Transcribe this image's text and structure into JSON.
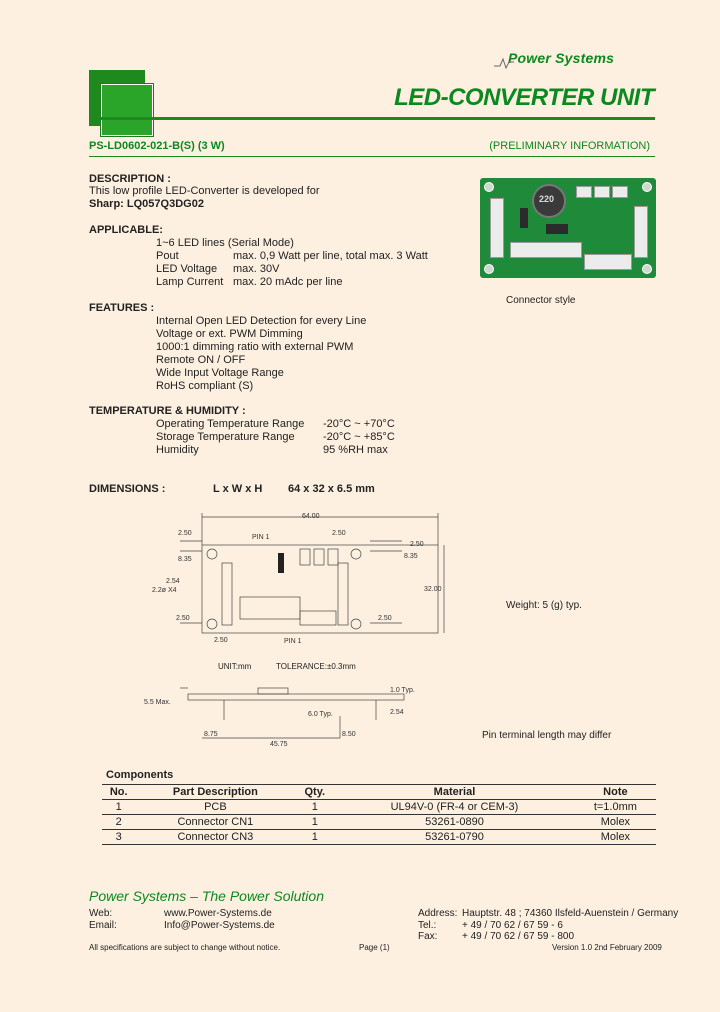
{
  "header": {
    "brand": "Power Systems",
    "title": "LED-CONVERTER UNIT",
    "part_number": "PS-LD0602-021-B(S) (3 W)",
    "preliminary": "(PRELIMINARY INFORMATION)"
  },
  "description": {
    "heading": "DESCRIPTION :",
    "line1": "This low profile LED-Converter is developed for",
    "line2": "Sharp: LQ057Q3DG02"
  },
  "applicable": {
    "heading": "APPLICABLE:",
    "first": "1~6 LED lines (Serial Mode)",
    "rows": [
      {
        "label": "Pout",
        "value": "max. 0,9 Watt per line, total max. 3 Watt"
      },
      {
        "label": "LED Voltage",
        "value": "max. 30V"
      },
      {
        "label": "Lamp Current",
        "value": "max. 20 mAdc per line"
      }
    ]
  },
  "image_caption": "Connector style",
  "features": {
    "heading": "FEATURES :",
    "items": [
      "Internal Open LED Detection for every Line",
      "Voltage or ext. PWM Dimming",
      "1000:1 dimming ratio with external PWM",
      "Remote ON / OFF",
      "Wide Input Voltage Range",
      "RoHS compliant (S)"
    ]
  },
  "temperature": {
    "heading": "TEMPERATURE & HUMIDITY :",
    "rows": [
      {
        "label": "Operating Temperature Range",
        "value": "-20°C ~ +70°C"
      },
      {
        "label": "Storage Temperature Range",
        "value": "-20°C ~ +85°C"
      },
      {
        "label": "Humidity",
        "value": "95 %RH max"
      }
    ]
  },
  "dimensions": {
    "heading": "DIMENSIONS :",
    "lwh": "L x W x H",
    "value": "64 x 32 x 6.5 mm"
  },
  "drawing": {
    "overall_length": "64.00",
    "width": "32.00",
    "d250a": "2.50",
    "d250b": "2.50",
    "d250c": "2.50",
    "d250d": "2.50",
    "d250e": "2.50",
    "d250f": "2.50",
    "d835a": "8.35",
    "d835b": "8.35",
    "d254": "2.54",
    "hole": "2.2ø X4",
    "pin1_top": "PIN 1",
    "pin1_bottom": "PIN 1",
    "unit": "UNIT:mm",
    "tolerance": "TOLERANCE:±0.3mm",
    "d55": "5.5 Max.",
    "d10": "1.0 Typ.",
    "d60": "6.0 Typ.",
    "d254b": "2.54",
    "d875": "8.75",
    "d4575": "45.75",
    "d850": "8.50"
  },
  "weight": "Weight: 5 (g) typ.",
  "pin_note": "Pin terminal length may differ",
  "components": {
    "heading": "Components",
    "columns": [
      "No.",
      "Part Description",
      "Qty.",
      "Material",
      "Note"
    ],
    "rows": [
      [
        "1",
        "PCB",
        "1",
        "UL94V-0 (FR-4 or CEM-3)",
        "t=1.0mm"
      ],
      [
        "2",
        "Connector CN1",
        "1",
        "53261-0890",
        "Molex"
      ],
      [
        "3",
        "Connector CN3",
        "1",
        "53261-0790",
        "Molex"
      ]
    ]
  },
  "footer": {
    "slogan": "Power Systems – The Power Solution",
    "web_label": "Web:",
    "web_value": "www.Power-Systems.de",
    "email_label": "Email:",
    "email_value": "Info@Power-Systems.de",
    "address_label": "Address:",
    "address_value": "Hauptstr. 48 ; 74360 Ilsfeld-Auenstein / Germany",
    "tel_label": "Tel.:",
    "tel_value": "+ 49 / 70 62 / 67 59 - 6",
    "fax_label": "Fax:",
    "fax_value": "+ 49 / 70 62 / 67 59 - 800",
    "disclaimer": "All specifications are subject to change without notice.",
    "page": "Page (1)",
    "version": "Version 1.0 2nd February 2009"
  },
  "colors": {
    "accent": "#0a8a1e",
    "page_bg": "#fdf0e0"
  }
}
